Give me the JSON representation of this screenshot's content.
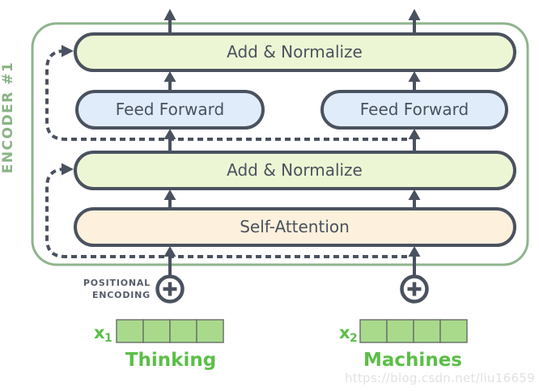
{
  "diagram": {
    "title_label": "ENCODER #1",
    "layers": {
      "add_normalize_top": "Add & Normalize",
      "feed_forward_left": "Feed Forward",
      "feed_forward_right": "Feed Forward",
      "add_normalize_mid": "Add & Normalize",
      "self_attention": "Self-Attention"
    },
    "positional_encoding_line1": "POSITIONAL",
    "positional_encoding_line2": "ENCODING",
    "inputs": {
      "left": {
        "var_base": "x",
        "var_sub": "1",
        "word": "Thinking",
        "cell_count": 4
      },
      "right": {
        "var_base": "x",
        "var_sub": "2",
        "word": "Machines",
        "cell_count": 4
      }
    },
    "watermark": "https://blog.csdn.net/liu16659",
    "colors": {
      "container_green": "#8fb48c",
      "encoder_label_green": "#8ab386",
      "input_green": "#5bbf48",
      "cell_fill_green": "#a9da8c",
      "cell_border": "#6b766b",
      "stroke_slate": "#4a525f",
      "add_normalize_fill": "#edf6d4",
      "feed_forward_fill": "#e0ecfa",
      "self_attention_fill": "#fdf0dc"
    }
  }
}
